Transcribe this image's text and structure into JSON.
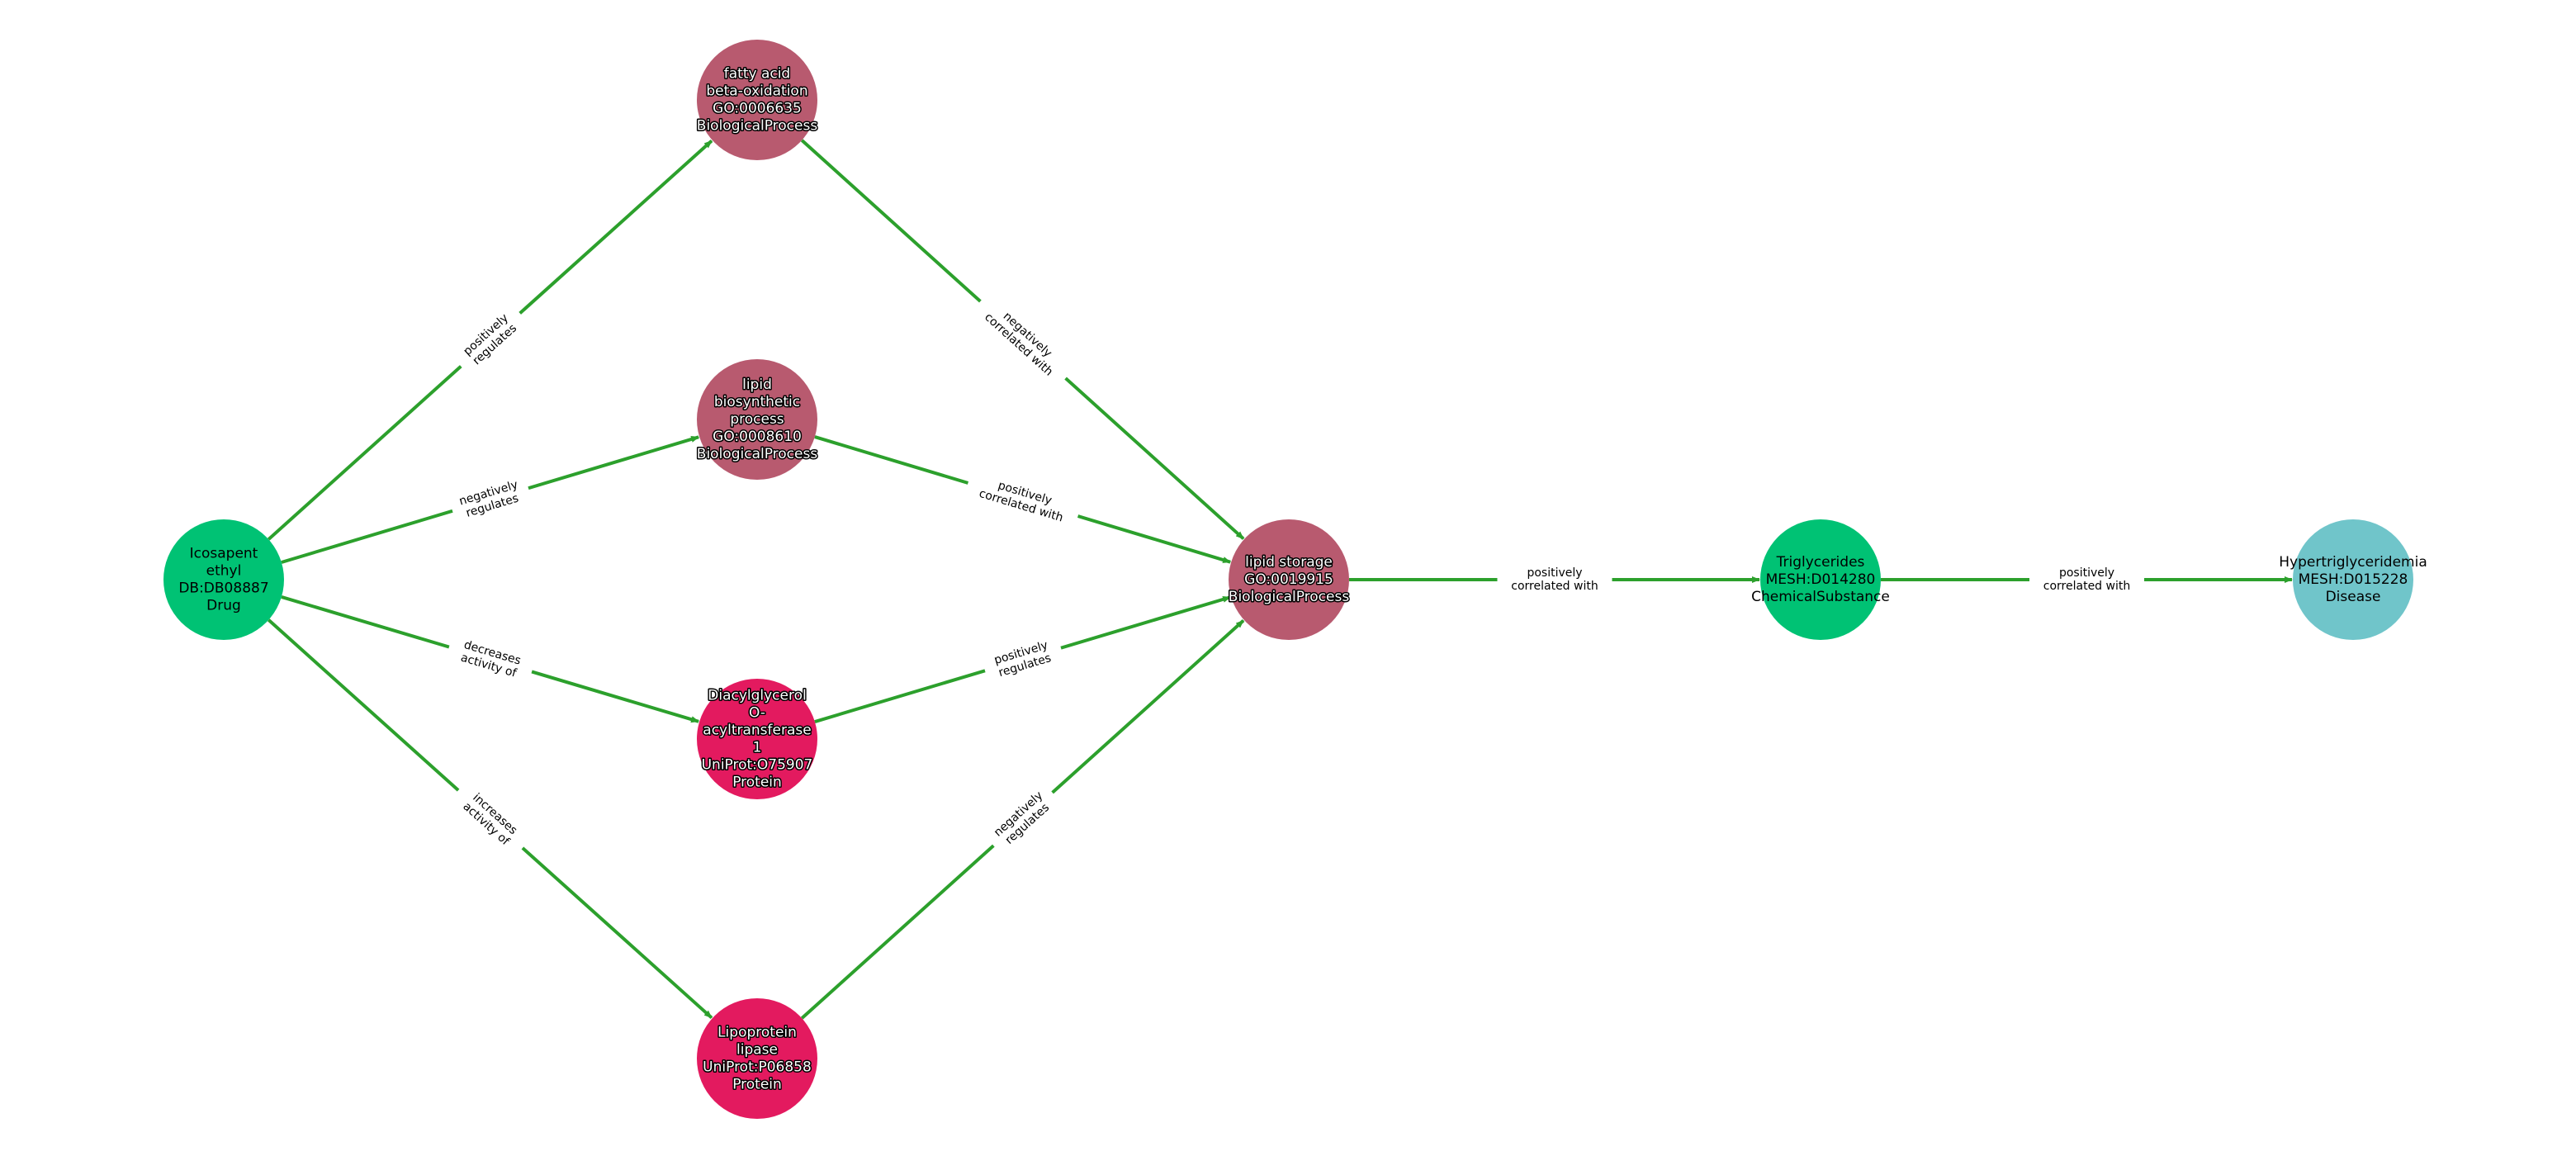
{
  "colors": {
    "edge": "#2ca02c",
    "Drug": "#00c274",
    "BiologicalProcess": "#b85a6f",
    "Protein": "#e31a5f",
    "ChemicalSubstance": "#00c274",
    "Disease": "#70c5ca"
  },
  "nodes": [
    {
      "id": "icosapent",
      "type": "Drug",
      "lines": [
        "Icosapent",
        "ethyl",
        "DB:DB08887",
        "Drug"
      ]
    },
    {
      "id": "fatty_acid",
      "type": "BiologicalProcess",
      "lines": [
        "fatty acid",
        "beta-oxidation",
        "GO:0006635",
        "BiologicalProcess"
      ]
    },
    {
      "id": "lipid_bio",
      "type": "BiologicalProcess",
      "lines": [
        "lipid",
        "biosynthetic",
        "process",
        "GO:0008610",
        "BiologicalProcess"
      ]
    },
    {
      "id": "dgat",
      "type": "Protein",
      "lines": [
        "Diacylglycerol",
        "O-",
        "acyltransferase",
        "1",
        "UniProt:O75907",
        "Protein"
      ]
    },
    {
      "id": "lpl",
      "type": "Protein",
      "lines": [
        "Lipoprotein",
        "lipase",
        "UniProt:P06858",
        "Protein"
      ]
    },
    {
      "id": "lipid_storage",
      "type": "BiologicalProcess",
      "lines": [
        "lipid storage",
        "GO:0019915",
        "BiologicalProcess"
      ]
    },
    {
      "id": "triglycerides",
      "type": "ChemicalSubstance",
      "lines": [
        "Triglycerides",
        "MESH:D014280",
        "ChemicalSubstance"
      ]
    },
    {
      "id": "hypertrig",
      "type": "Disease",
      "lines": [
        "Hypertriglyceridemia",
        "MESH:D015228",
        "Disease"
      ]
    }
  ],
  "edges": [
    {
      "source": "icosapent",
      "target": "fatty_acid",
      "label": [
        "positively",
        "regulates"
      ]
    },
    {
      "source": "icosapent",
      "target": "lipid_bio",
      "label": [
        "negatively",
        "regulates"
      ]
    },
    {
      "source": "icosapent",
      "target": "dgat",
      "label": [
        "decreases",
        "activity of"
      ]
    },
    {
      "source": "icosapent",
      "target": "lpl",
      "label": [
        "increases",
        "activity of"
      ]
    },
    {
      "source": "fatty_acid",
      "target": "lipid_storage",
      "label": [
        "negatively",
        "correlated with"
      ]
    },
    {
      "source": "lipid_bio",
      "target": "lipid_storage",
      "label": [
        "positively",
        "correlated with"
      ]
    },
    {
      "source": "dgat",
      "target": "lipid_storage",
      "label": [
        "positively",
        "regulates"
      ]
    },
    {
      "source": "lpl",
      "target": "lipid_storage",
      "label": [
        "negatively",
        "regulates"
      ]
    },
    {
      "source": "lipid_storage",
      "target": "triglycerides",
      "label": [
        "positively",
        "correlated with"
      ]
    },
    {
      "source": "triglycerides",
      "target": "hypertrig",
      "label": [
        "positively",
        "correlated with"
      ]
    }
  ]
}
